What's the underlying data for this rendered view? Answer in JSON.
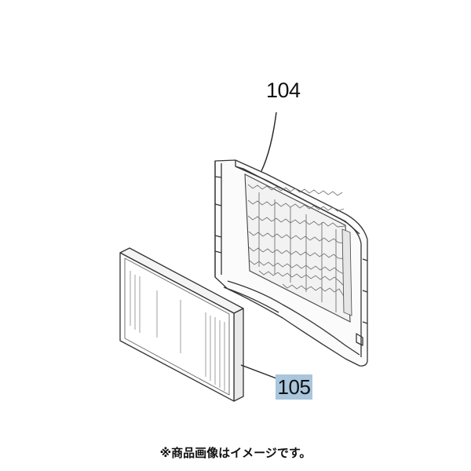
{
  "labels": {
    "part_104": "104",
    "part_105": "105"
  },
  "caption": "※商品画像はイメージです。",
  "colors": {
    "highlight": "#a9c6dc",
    "line": "#222222"
  }
}
